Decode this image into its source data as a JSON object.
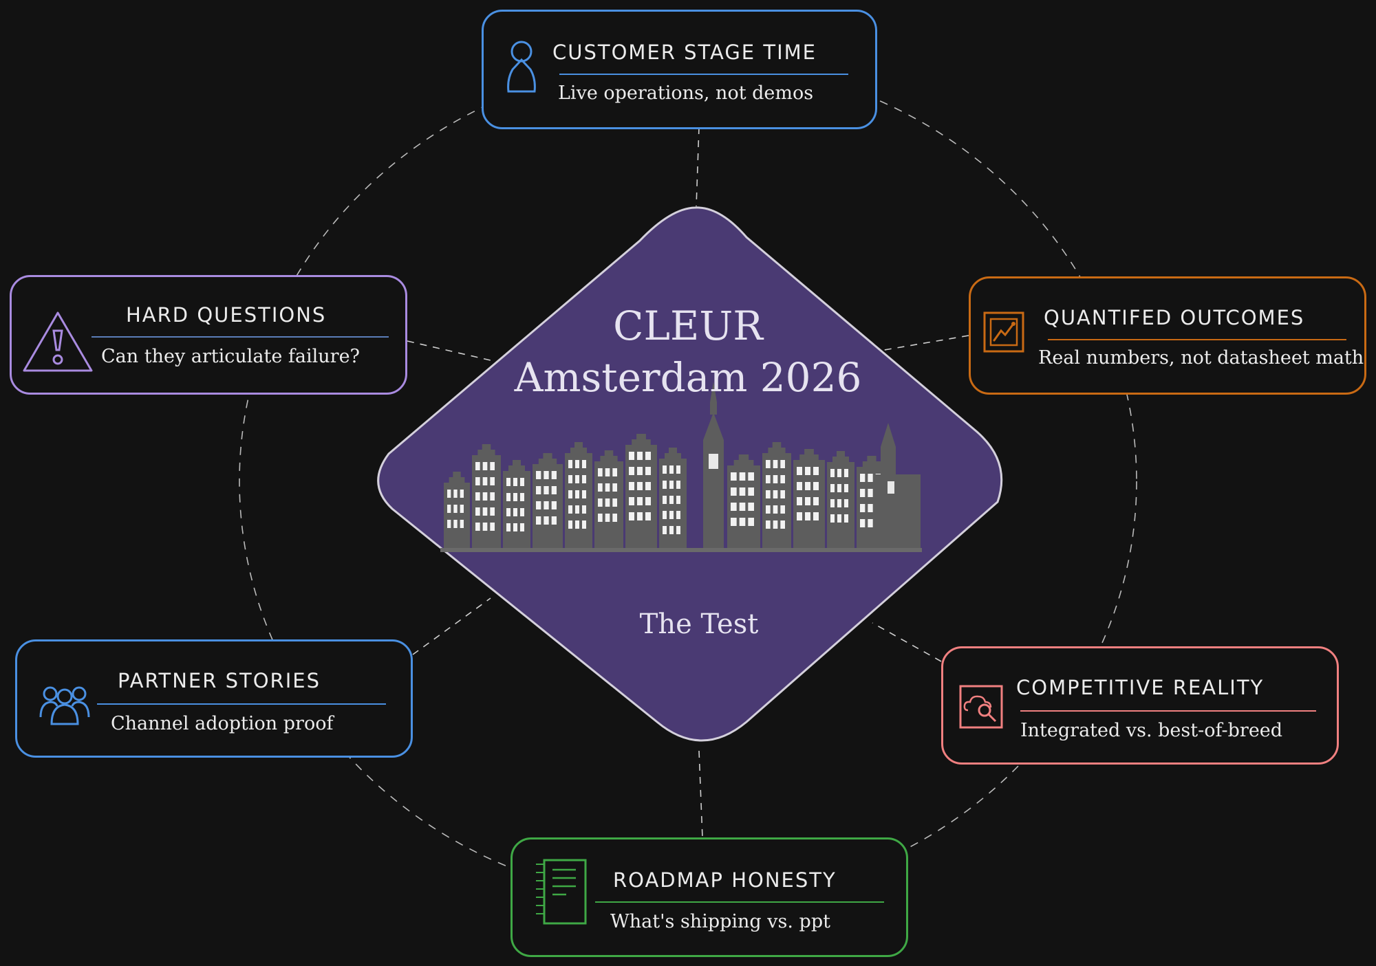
{
  "center": {
    "line1": "CLEUR",
    "line2": "Amsterdam 2026",
    "subtitle": "The Test",
    "image": "amsterdam-canal-houses-skyline",
    "fill_color": "#4a3a73"
  },
  "cards": {
    "customer": {
      "title": "CUSTOMER STAGE TIME",
      "desc": "Live operations, not demos",
      "icon": "user-icon",
      "color": "#4a90e2"
    },
    "hard": {
      "title": "HARD QUESTIONS",
      "desc": "Can they articulate failure?",
      "icon": "warning-icon",
      "color": "#a98be0"
    },
    "quantified": {
      "title": "QUANTIFED OUTCOMES",
      "desc": "Real numbers, not datasheet math",
      "icon": "chart-icon",
      "color": "#c96a14"
    },
    "partner": {
      "title": "PARTNER STORIES",
      "desc": "Channel adoption proof",
      "icon": "group-icon",
      "color": "#4a90e2"
    },
    "competitive": {
      "title": "COMPETITIVE REALITY",
      "desc": "Integrated vs. best-of-breed",
      "icon": "cloud-search-icon",
      "color": "#f08080"
    },
    "roadmap": {
      "title": "ROADMAP HONESTY",
      "desc": "What's shipping vs. ppt",
      "icon": "document-icon",
      "color": "#3fa845"
    }
  }
}
